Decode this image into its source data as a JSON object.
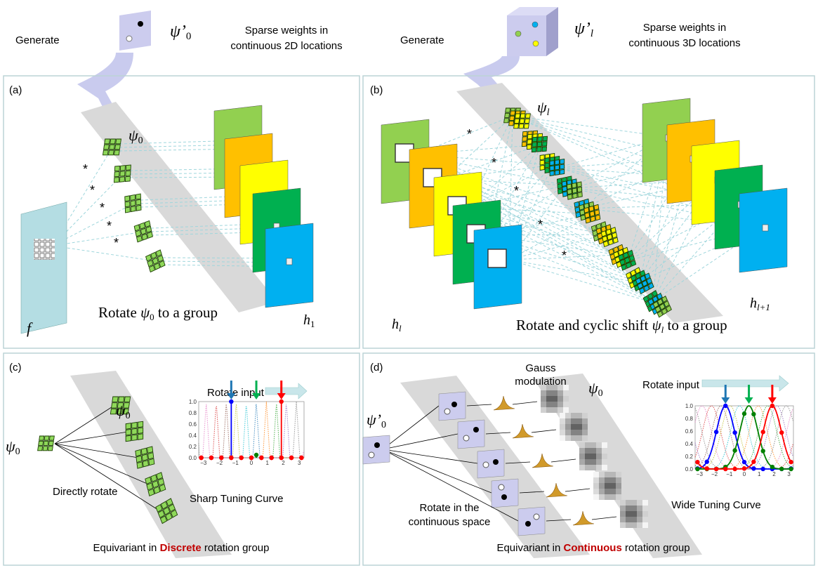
{
  "top": {
    "generate_left": "Generate",
    "generate_right": "Generate",
    "psi0_prime": {
      "base": "ψ’",
      "sub": "0"
    },
    "psil_prime": {
      "base": "ψ’",
      "sub": "l"
    },
    "desc_2d": [
      "Sparse weights in",
      "continuous 2D locations"
    ],
    "desc_3d": [
      "Sparse weights in",
      "continuous 3D locations"
    ]
  },
  "panel_a": {
    "label": "(a)",
    "psi0": {
      "base": "ψ",
      "sub": "0"
    },
    "input": "f",
    "caption": {
      "pre": "Rotate ",
      "base": "ψ",
      "sub": "0",
      "post": " to a group"
    },
    "output": {
      "base": "h",
      "sub": "1"
    },
    "conv_symbol": "*",
    "plane_colors": [
      "#92d050",
      "#ffc000",
      "#ffff00",
      "#00b050",
      "#00b0f0"
    ],
    "input_color": "#b4dde3"
  },
  "panel_b": {
    "label": "(b)",
    "psil": {
      "base": "ψ",
      "sub": "l"
    },
    "input": {
      "base": "h",
      "sub": "l"
    },
    "output": {
      "base": "h",
      "sub": "l+1"
    },
    "caption": {
      "pre": "Rotate and cyclic shift ",
      "base": "ψ",
      "sub": "l",
      "post": " to a group"
    },
    "conv_symbol": "*"
  },
  "panel_c": {
    "label": "(c)",
    "rotate_input": "Rotate input",
    "psi0_left": {
      "base": "ψ",
      "sub": "0"
    },
    "psi0_right": {
      "base": "ψ",
      "sub": "0"
    },
    "directly_rotate": "Directly rotate",
    "curve_label": "Sharp Tuning Curve",
    "footer": {
      "pre": "Equivariant in ",
      "highlight": "Discrete",
      "post": " rotation group"
    }
  },
  "panel_d": {
    "label": "(d)",
    "psi0_prime": {
      "base": "ψ’",
      "sub": "0"
    },
    "gauss": [
      "Gauss",
      "modulation"
    ],
    "psi0": {
      "base": "ψ",
      "sub": "0"
    },
    "rotate_input": "Rotate input",
    "rotate_continuous": [
      "Rotate in the",
      "continuous space"
    ],
    "curve_label": "Wide Tuning Curve",
    "footer": {
      "pre": "Equivariant in ",
      "highlight": "Continuous",
      "post": " rotation group"
    }
  },
  "colors": {
    "accent_red": "#c00000",
    "lavender": "#ccccee",
    "arrow": "#c9cbee"
  },
  "chart_data": [
    {
      "type": "line",
      "title": "Sharp Tuning Curve",
      "xlim": [
        -3.3,
        3.3
      ],
      "ylim": [
        0,
        1.0
      ],
      "xticks": [
        "−3",
        "−2",
        "−1",
        "0",
        "1",
        "2",
        "3"
      ],
      "yticks": [
        "0.0",
        "0.2",
        "0.4",
        "0.6",
        "0.8",
        "1.0"
      ],
      "width": "sharp",
      "sample_x": [
        -3.14,
        -2.51,
        -1.88,
        -1.26,
        -0.63,
        0.0,
        0.63,
        1.26,
        1.88,
        2.51,
        3.14
      ],
      "series": [
        {
          "color": "#0000ff",
          "center": -1.26,
          "peak": 1.0
        },
        {
          "color": "#008000",
          "center": 0.31,
          "peak": 0.05
        },
        {
          "color": "#ff0000",
          "center": 1.88,
          "peak": 1.0
        }
      ],
      "arrows": [
        "#1f77b4",
        "#00b050",
        "#ff0000"
      ]
    },
    {
      "type": "line",
      "title": "Wide Tuning Curve",
      "xlim": [
        -3.3,
        3.3
      ],
      "ylim": [
        0,
        1.0
      ],
      "xticks": [
        "−3",
        "−2",
        "−1",
        "0",
        "1",
        "2",
        "3"
      ],
      "yticks": [
        "0.0",
        "0.2",
        "0.4",
        "0.6",
        "0.8",
        "1.0"
      ],
      "width": "wide",
      "sample_x": [
        -3.14,
        -2.51,
        -1.88,
        -1.26,
        -0.63,
        0.0,
        0.63,
        1.26,
        1.88,
        2.51,
        3.14
      ],
      "series": [
        {
          "color": "#0000ff",
          "center": -1.26,
          "peak": 1.0
        },
        {
          "color": "#008000",
          "center": 0.31,
          "peak": 1.0
        },
        {
          "color": "#ff0000",
          "center": 1.88,
          "peak": 1.0
        }
      ],
      "arrows": [
        "#1f77b4",
        "#00b050",
        "#ff0000"
      ]
    }
  ]
}
